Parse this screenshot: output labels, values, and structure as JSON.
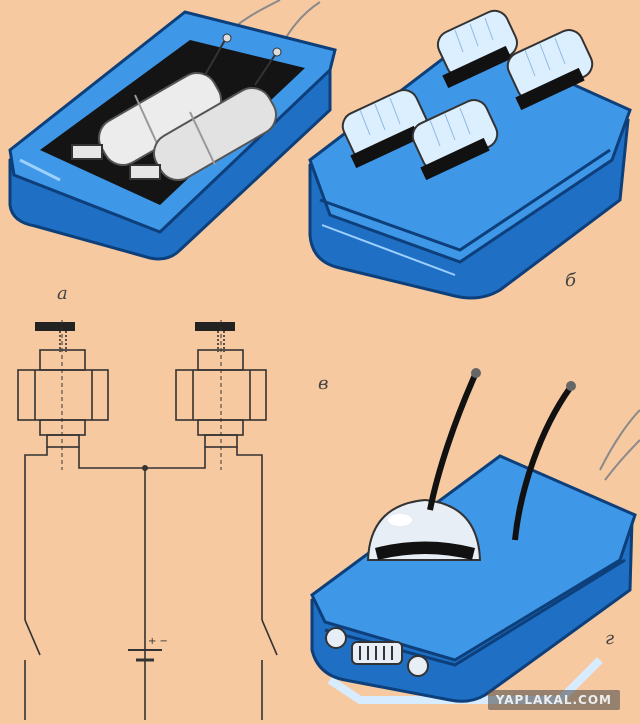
{
  "labels": {
    "a": "а",
    "b": "б",
    "v": "в",
    "g": "г"
  },
  "watermark": "YAPLAKAL.COM",
  "colors": {
    "background": "#f7c9a0",
    "body_blue": "#2a7fd0",
    "body_dark": "#0d3f7a",
    "body_light": "#7cc0ff",
    "bristle": "#d8ecff",
    "battery": "#e6e6e6",
    "ink": "#333333"
  },
  "circuit": {
    "battery_symbol": "+ −"
  }
}
